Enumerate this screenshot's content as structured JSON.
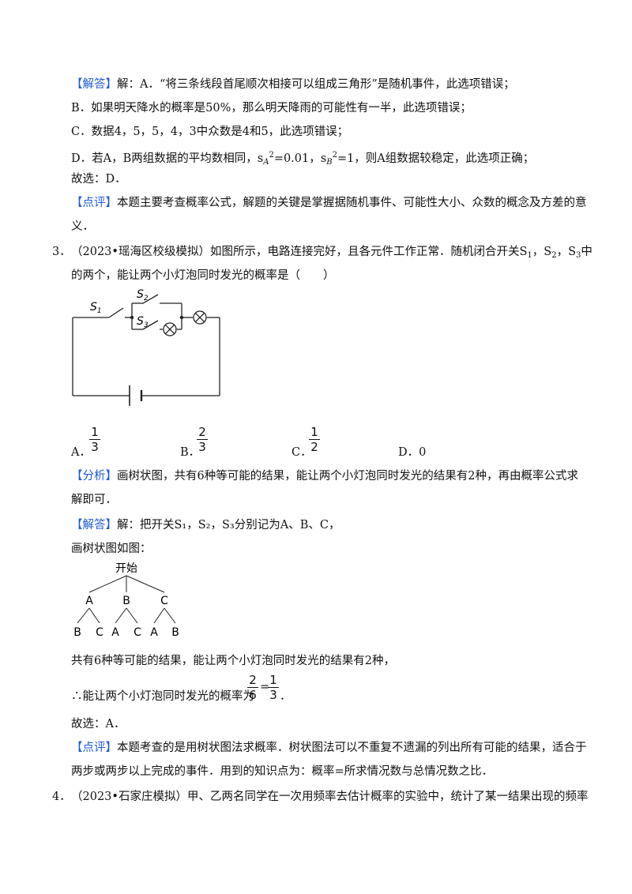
{
  "q2_answer": {
    "tag": "【解答】",
    "a_text": "解：A．“将三条线段首尾顺次相接可以组成三角形”是随机事件，此选项错误；",
    "b_text": "B．如果明天降水的概率是50%，那么明天降雨的可能性有一半，此选项错误；",
    "c_text": "C．数据4，5，5，4，3中众数是4和5，此选项错误；",
    "d_text_pre": "D．若A，B两组数据的平均数相同，s",
    "d_sub_a": "A",
    "d_sup": "2",
    "d_mid": "=0.01，s",
    "d_sub_b": "B",
    "d_post": "=1，则A组数据较稳定，此选项正确；",
    "choice": "故选：D．"
  },
  "q2_comment": {
    "tag": "【点评】",
    "line1": "本题主要考查概率公式，解题的关键是掌握据随机事件、可能性大小、众数的概念及方差的意",
    "line2": "义．"
  },
  "q3": {
    "number": "3．",
    "line1": "（2023•瑶海区校级模拟）如图所示，电路连接完好，且各元件工作正常．随机闭合开关S",
    "line1_sub1": "1",
    "line1_mid": "，S",
    "line1_sub2": "2",
    "line1_mid2": "，S",
    "line1_sub3": "3",
    "line1_end": "中",
    "line2": "的两个，能让两个小灯泡同时发光的概率是（　　）",
    "circuit": {
      "s1": "S",
      "s1_sub": "1",
      "s2": "S",
      "s2_sub": "2",
      "s3": "S",
      "s3_sub": "3"
    },
    "options": [
      {
        "label": "A．",
        "num": "1",
        "den": "3"
      },
      {
        "label": "B．",
        "num": "2",
        "den": "3"
      },
      {
        "label": "C．",
        "num": "1",
        "den": "2"
      },
      {
        "label": "D．",
        "value": "0"
      }
    ]
  },
  "q3_analysis": {
    "tag": "【分析】",
    "line1": "画树状图，共有6种等可能的结果，能让两个小灯泡同时发光的结果有2种，再由概率公式求",
    "line2": "解即可．"
  },
  "q3_answer": {
    "tag": "【解答】",
    "line1": "解：把开关S₁，S₂，S₃分别记为A、B、C，",
    "line2": "画树状图如图：",
    "tree": {
      "root": "开始",
      "level1": [
        "A",
        "B",
        "C"
      ],
      "level2": [
        "B",
        "C",
        "A",
        "C",
        "A",
        "B"
      ]
    },
    "line3": "共有6种等可能的结果，能让两个小灯泡同时发光的结果有2种，",
    "line4_pre": "∴能让两个小灯泡同时发光的概率为",
    "frac1_num": "2",
    "frac1_den": "6",
    "eq": "=",
    "frac2_num": "1",
    "frac2_den": "3",
    "line4_end": "．",
    "choice": "故选：A．"
  },
  "q3_comment": {
    "tag": "【点评】",
    "line1": "本题考查的是用树状图法求概率．树状图法可以不重复不遗漏的列出所有可能的结果，适合于",
    "line2": "两步或两步以上完成的事件．用到的知识点为：概率=所求情况数与总情况数之比．"
  },
  "q4": {
    "number": "4．",
    "line1": "（2023•石家庄模拟）甲、乙两名同学在一次用频率去估计概率的实验中，统计了某一结果出现的频率"
  },
  "colors": {
    "tag": "#1f5bd6",
    "text": "#111111"
  }
}
